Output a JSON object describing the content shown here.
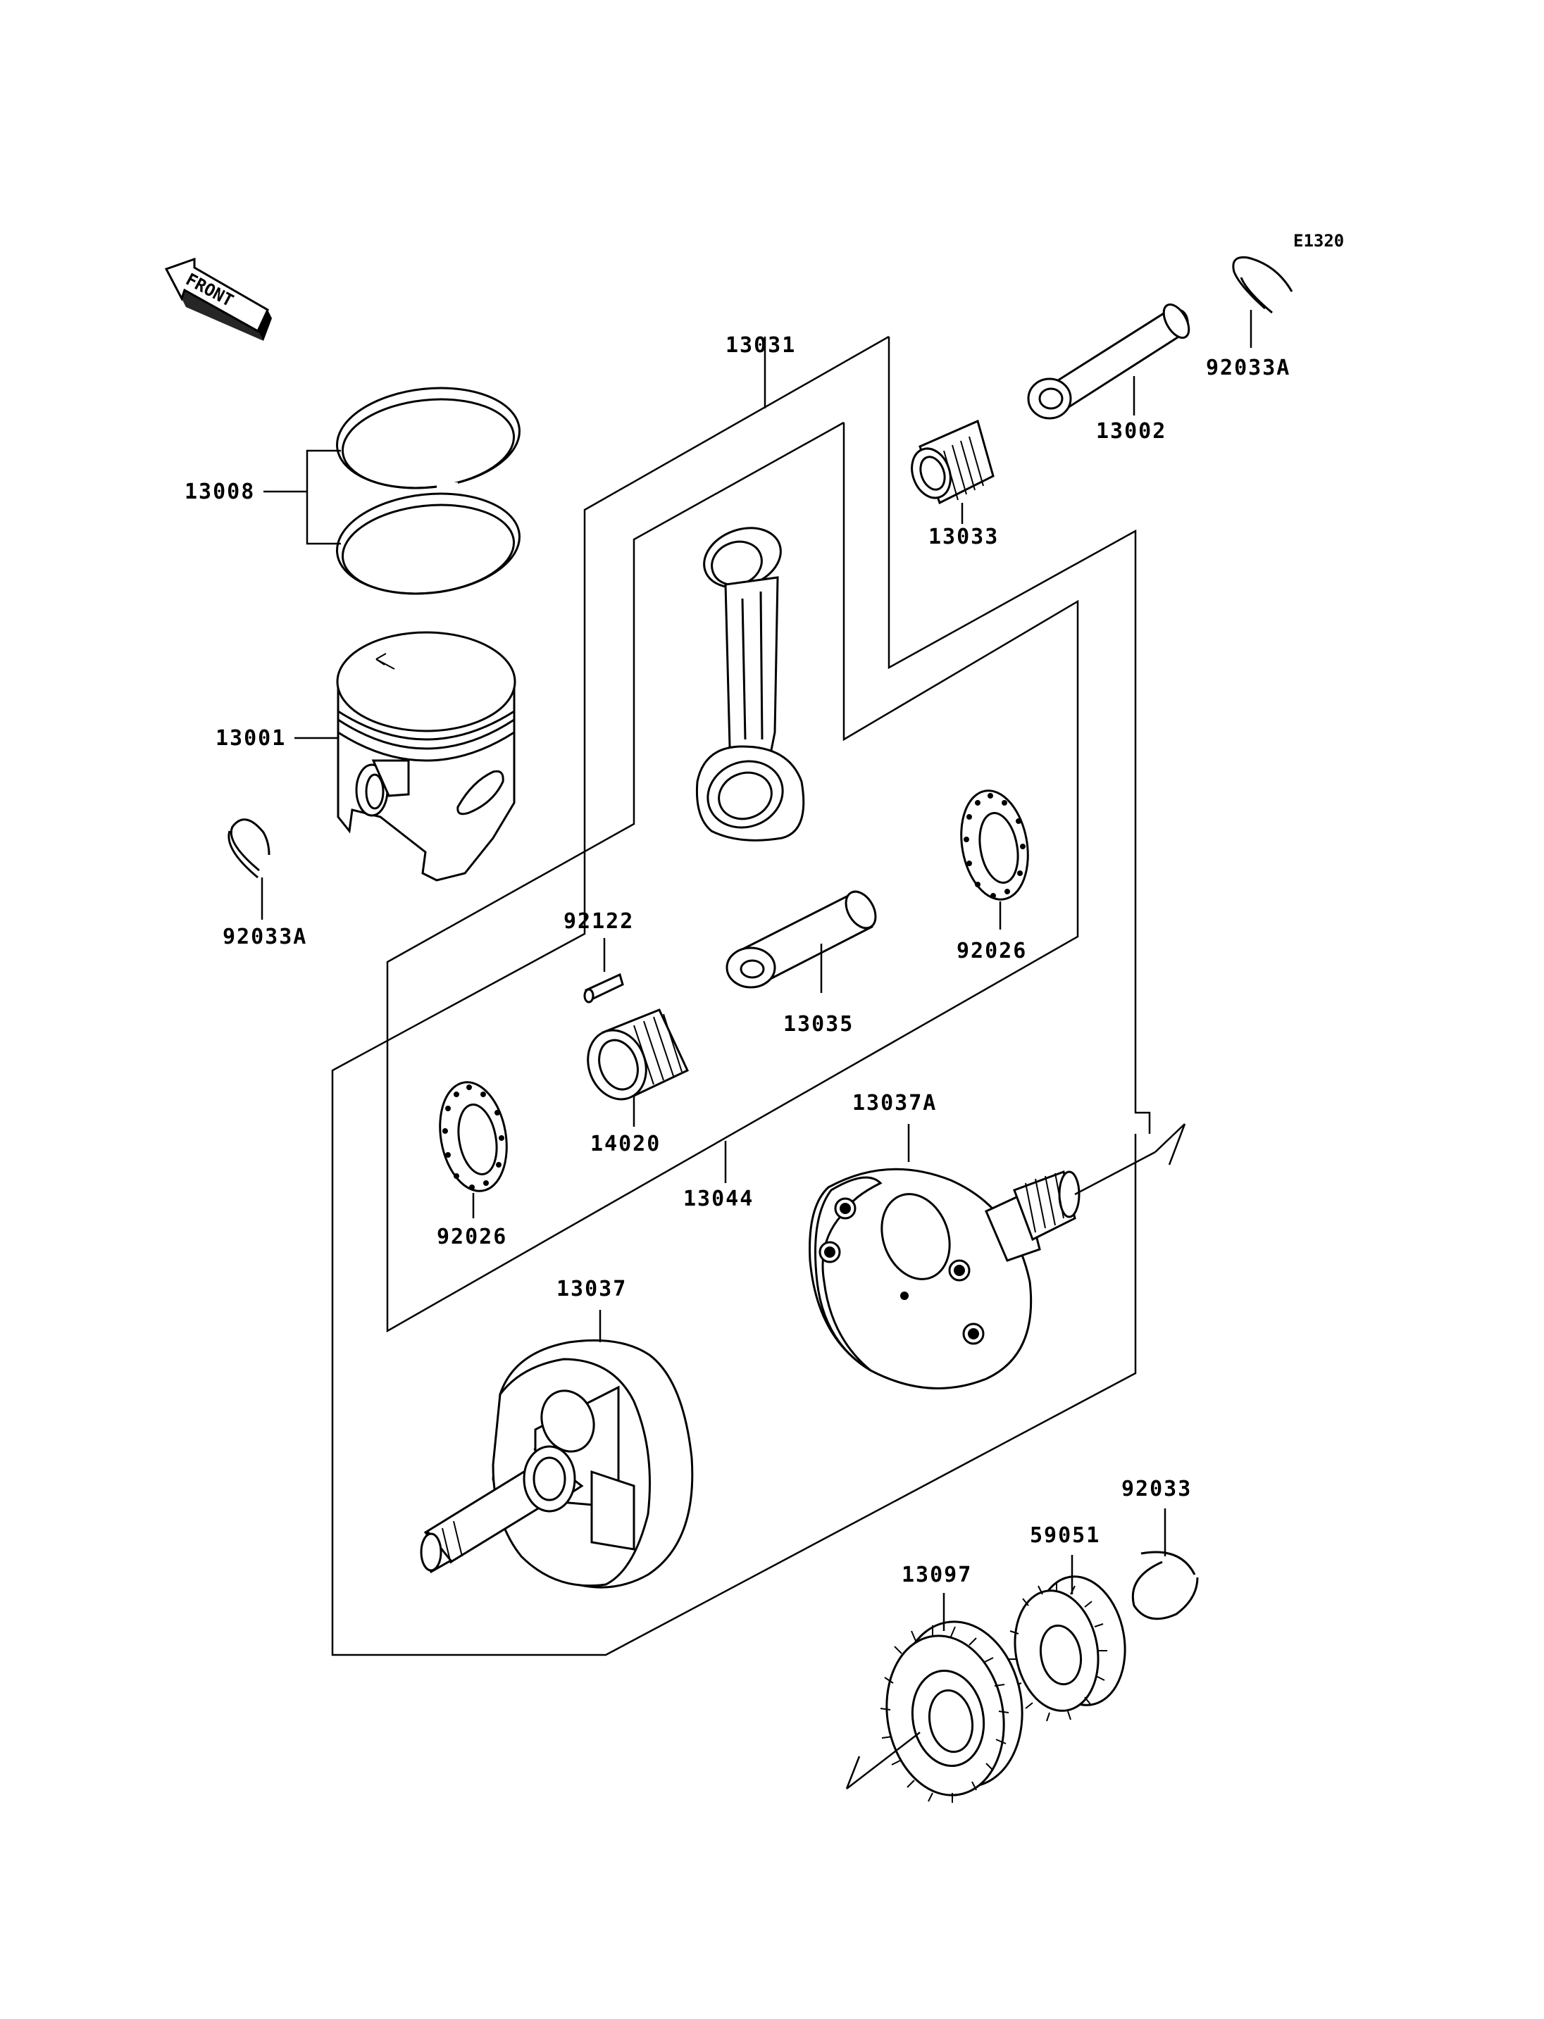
{
  "diagram_code": "E1320",
  "front_label": "FRONT",
  "parts": {
    "p13031": "13031",
    "p13002": "13002",
    "p92033A_top": "92033A",
    "p13033": "13033",
    "p13008": "13008",
    "p13001": "13001",
    "p92033A_left": "92033A",
    "p92122": "92122",
    "p13035": "13035",
    "p92026_right": "92026",
    "p14020": "14020",
    "p13037A": "13037A",
    "p92026_left": "92026",
    "p13044": "13044",
    "p13037": "13037",
    "p92033": "92033",
    "p59051": "59051",
    "p13097": "13097"
  }
}
